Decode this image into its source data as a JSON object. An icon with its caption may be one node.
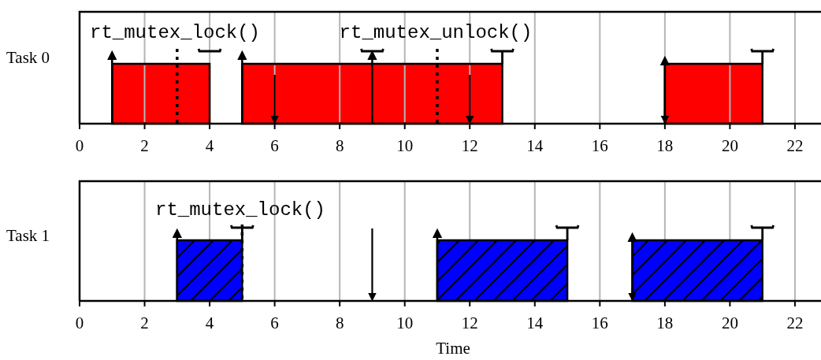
{
  "diagram": {
    "labels": [
      "rt_mutex_lock()",
      "rt_mutex_unlock()",
      "Task 0",
      "0",
      "2",
      "4",
      "6",
      "8",
      "10",
      "12",
      "14",
      "16",
      "18",
      "20",
      "22",
      "rt_mutex_lock()",
      "Task 1",
      "0",
      "2",
      "4",
      "6",
      "8",
      "10",
      "12",
      "14",
      "16",
      "18",
      "20",
      "22",
      "Time"
    ]
  }
}
